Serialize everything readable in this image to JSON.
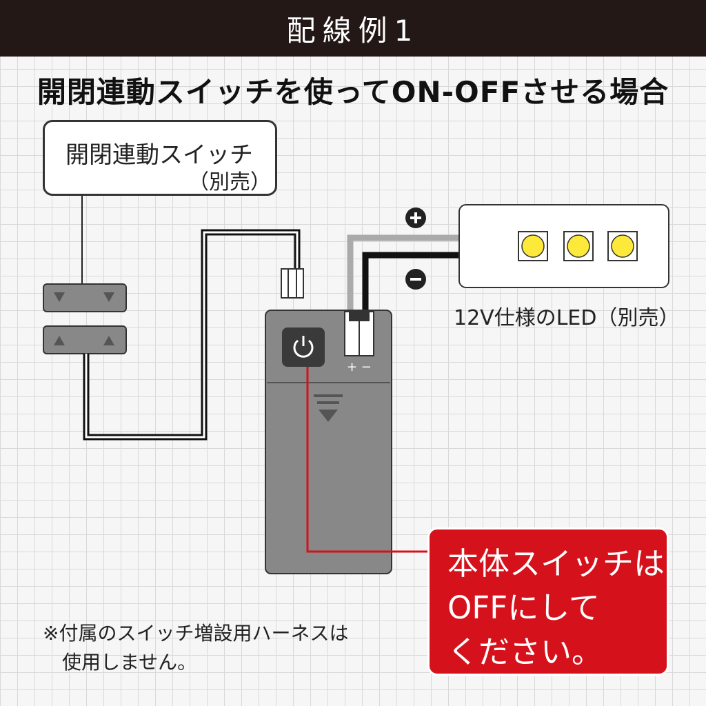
{
  "header": {
    "title": "配線例1"
  },
  "subtitle": "開閉連動スイッチを使ってON-OFFさせる場合",
  "switch_box": {
    "name": "開閉連動スイッチ",
    "note": "（別売）"
  },
  "battery_box": {
    "terminal_label": "+ −"
  },
  "led": {
    "label": "12V仕様のLED（別売）",
    "plus_symbol": "plus-circle-icon",
    "minus_symbol": "minus-circle-icon"
  },
  "notice": {
    "lines": [
      "本体スイッチは",
      "OFFにして",
      "ください。"
    ]
  },
  "footnote": {
    "lines": [
      "※付属のスイッチ増設用ハーネスは",
      "使用しません。"
    ]
  },
  "colors": {
    "header_bg": "#231815",
    "notice_red": "#d5121b",
    "box_gray": "#888888",
    "led_yellow": "#fde93a"
  }
}
